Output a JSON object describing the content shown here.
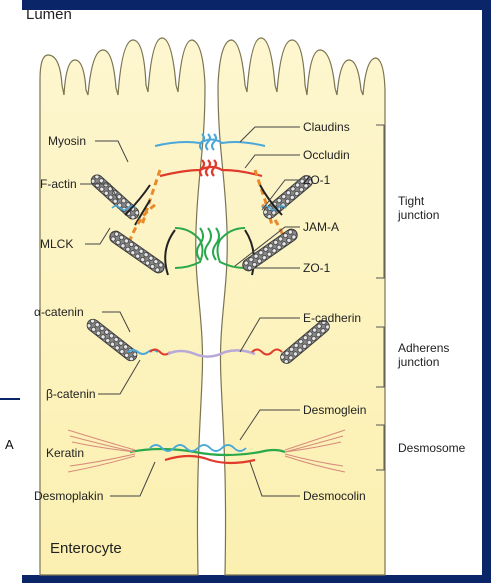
{
  "diagram": {
    "labels": {
      "lumen": "Lumen",
      "enterocyte": "Enterocyte",
      "myosin": "Myosin",
      "f_actin": "F-actin",
      "mlck": "MLCK",
      "claudins": "Claudins",
      "occludin": "Occludin",
      "zo1_top": "ZO-1",
      "jam_a": "JAM-A",
      "zo1_bottom": "ZO-1",
      "alpha_catenin": "α-catenin",
      "beta_catenin": "β-catenin",
      "e_cadherin": "E-cadherin",
      "keratin": "Keratin",
      "desmoplakin": "Desmoplakin",
      "desmoglein": "Desmoglein",
      "desmocolin": "Desmocolin"
    },
    "groups": {
      "tight_junction": "Tight\njunction",
      "adherens_junction": "Adherens\njunction",
      "desmosome": "Desmosome"
    },
    "stray_text": "A"
  },
  "colors": {
    "slide_bg": "#0b2569",
    "cell_fill": "#fbf2b8",
    "cell_fill_light": "#fdf8d8",
    "outline": "#7a7450",
    "claudin": "#4aa8d8",
    "occludin": "#e03a2a",
    "zo1": "#e88a2a",
    "jam": "#2aa84a",
    "dark_line": "#222222",
    "cadherin": "#b8a8d8",
    "keratin": "#d88a7a"
  }
}
